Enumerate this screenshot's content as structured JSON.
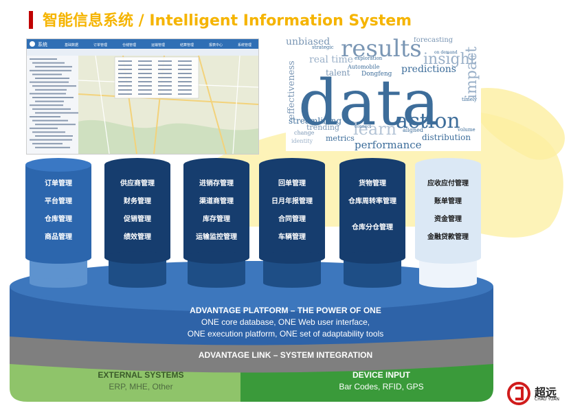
{
  "title": "智能信息系统 / Intelligent Information System",
  "screenshot": {
    "app_name": "系统",
    "menu": [
      "基础数据",
      "订单管理",
      "仓储管理",
      "运输管理",
      "结算管理",
      "报表中心",
      "系统管理"
    ]
  },
  "word_cloud": {
    "words": [
      "data",
      "results",
      "action",
      "insight",
      "impact",
      "predictions",
      "performance",
      "effectiveness",
      "streamlining",
      "distribution",
      "learn",
      "trending",
      "metrics",
      "unbiased",
      "forecasting",
      "strategic",
      "real time",
      "talent",
      "Automobile",
      "Dongfeng",
      "exploration",
      "on demand",
      "aligned",
      "change",
      "volume",
      "timely",
      "identity",
      "connect"
    ]
  },
  "modules": [
    {
      "items": [
        "订单管理",
        "平台管理",
        "仓库管理",
        "商品管理"
      ]
    },
    {
      "items": [
        "供应商管理",
        "财务管理",
        "促销管理",
        "绩效管理"
      ]
    },
    {
      "items": [
        "进销存管理",
        "渠道商管理",
        "库存管理",
        "运输监控管理"
      ]
    },
    {
      "items": [
        "回单管理",
        "日月年报管理",
        "合同管理",
        "车辆管理"
      ]
    },
    {
      "items": [
        "货物管理",
        "仓库周转率管理",
        "仓库分仓管理"
      ]
    },
    {
      "items": [
        "应收应付管理",
        "账单管理",
        "资金管理",
        "金融贷款管理"
      ]
    }
  ],
  "platform": {
    "heading": "ADVANTAGE PLATFORM – THE POWER OF ONE",
    "line1": "ONE core database, ONE Web user interface,",
    "line2": "ONE execution platform, ONE set of adaptability tools"
  },
  "link": {
    "label": "ADVANTAGE LINK – SYSTEM INTEGRATION"
  },
  "external": {
    "title": "EXTERNAL SYSTEMS",
    "sub": "ERP, MHE, Other"
  },
  "device": {
    "title": "DEVICE INPUT",
    "sub": "Bar Codes, RFID, GPS"
  },
  "logo": {
    "cn": "超远",
    "en": "CHAO YUAN"
  },
  "colors": {
    "title": "#f5b400",
    "platform_blue": "#2e63a8",
    "link_gray": "#7f7f7f",
    "external_green": "#8fc46a",
    "device_green": "#3a9a3a",
    "column_dark": "#163d6e",
    "column_light": "#dbe8f5"
  }
}
